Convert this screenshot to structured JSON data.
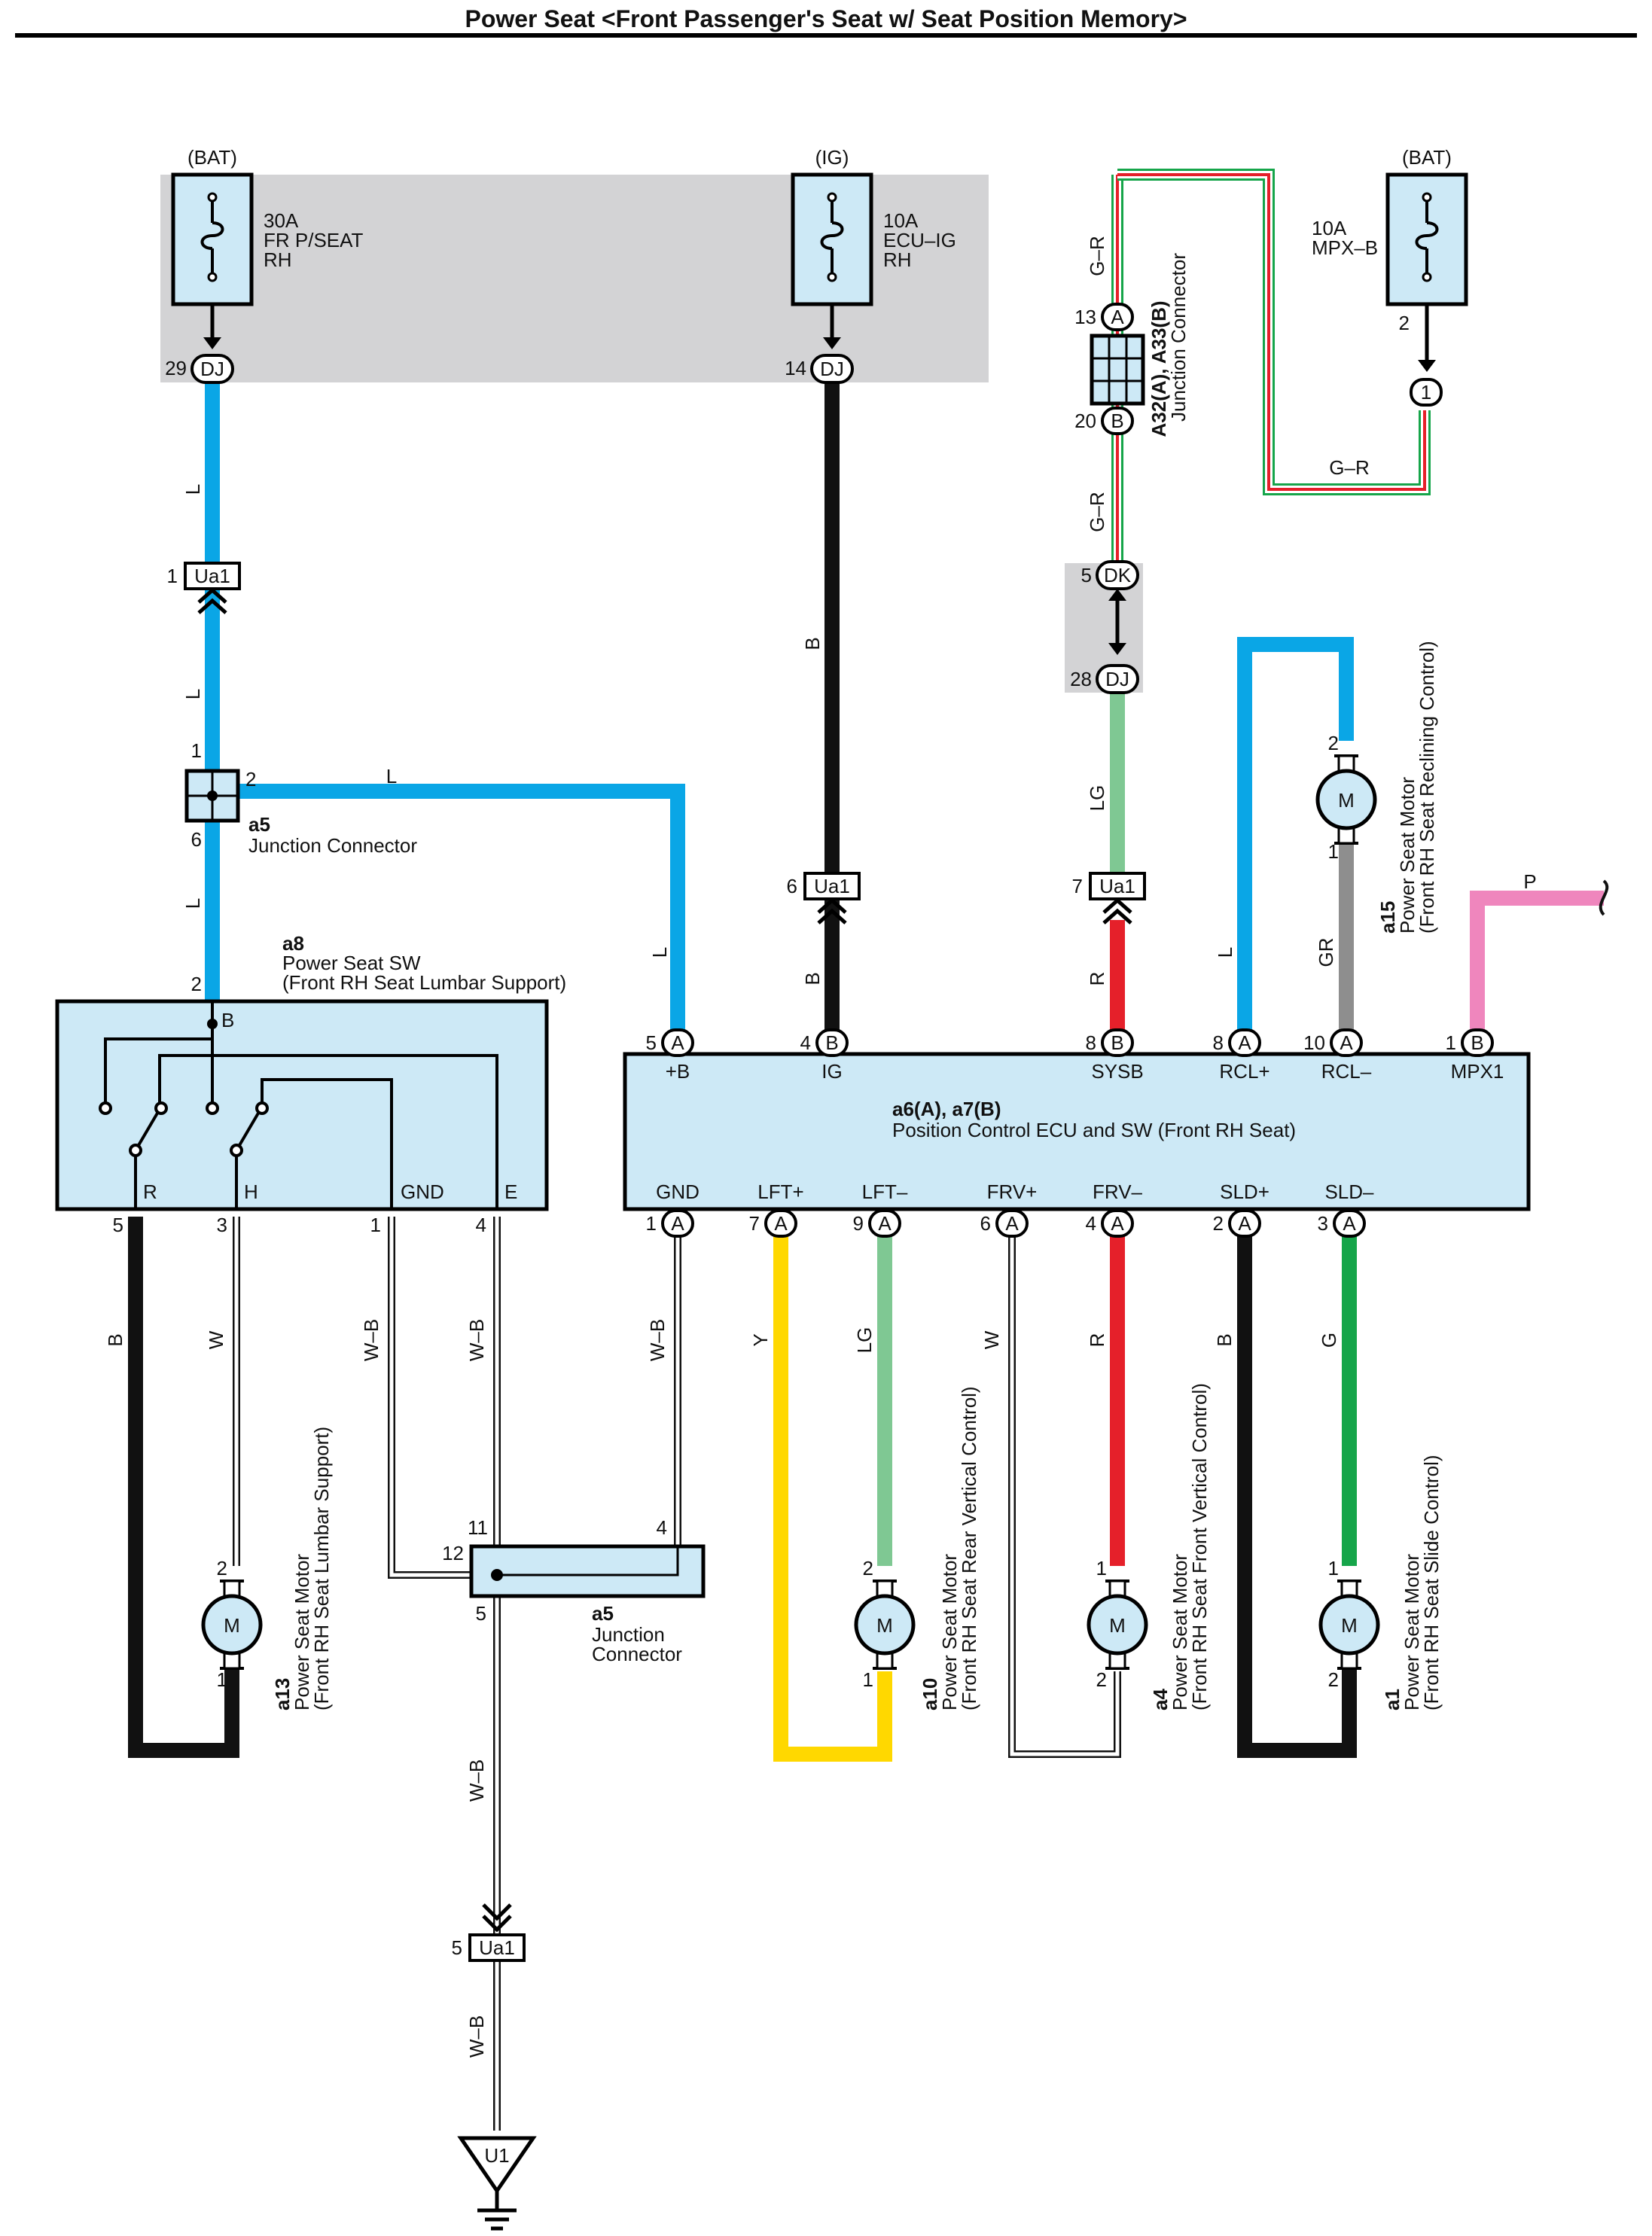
{
  "title": "Power Seat <Front Passenger's Seat w/ Seat Position Memory>",
  "colors": {
    "L": "#0aa6e6",
    "B": "#111111",
    "LG": "#7fc893",
    "R": "#e5202a",
    "GR": "#8e8e8e",
    "P": "#ef86bd",
    "Y": "#ffd800",
    "G": "#16a54a",
    "W": "#ffffff",
    "W-B": "#ffffff",
    "G-R": "#16a54a",
    "box_fill": "#cde9f6",
    "shade": "#d3d3d5"
  },
  "supplies": [
    {
      "source": "(BAT)",
      "amp": "30A",
      "name1": "FR P/SEAT",
      "name2": "RH",
      "pin": "29",
      "conn": "DJ"
    },
    {
      "source": "(IG)",
      "amp": "10A",
      "name1": "ECU–IG",
      "name2": "RH",
      "pin": "14",
      "conn": "DJ"
    },
    {
      "source": "(BAT)",
      "amp": "10A",
      "name1": "MPX–B",
      "pin_top": "2",
      "pin": "1"
    }
  ],
  "junction_a32": {
    "title": "A32(A), A33(B)",
    "subtitle": "Junction Connector",
    "pin_a": "13",
    "conn_a": "A",
    "pin_b": "20",
    "conn_b": "B"
  },
  "dk_dj": {
    "pin_dk": "5",
    "conn_dk": "DK",
    "pin_dj": "28",
    "conn_dj": "DJ"
  },
  "ua1": {
    "name": "Ua1",
    "pins": [
      "1",
      "6",
      "7",
      "5"
    ]
  },
  "junction_a5_top": {
    "ref": "a5",
    "name": "Junction Connector",
    "pin_top": "1",
    "pin_right": "2",
    "pin_bottom": "6"
  },
  "junction_a5_bottom": {
    "ref": "a5",
    "name1": "Junction",
    "name2": "Connector",
    "pin_11": "11",
    "pin_12": "12",
    "pin_4": "4",
    "pin_5": "5"
  },
  "switch_a8": {
    "ref": "a8",
    "name": "Power Seat SW",
    "sub": "(Front RH Seat Lumbar Support)",
    "pin_b": "2",
    "pin_b_label": "B",
    "terminals": [
      {
        "pin": "5",
        "label": "R"
      },
      {
        "pin": "3",
        "label": "H"
      },
      {
        "pin": "1",
        "label": "GND"
      },
      {
        "pin": "4",
        "label": "E"
      }
    ]
  },
  "ecu": {
    "ref": "a6(A), a7(B)",
    "name": "Position Control ECU and SW (Front RH Seat)",
    "top_terminals": [
      {
        "pin": "5",
        "conn": "A",
        "label": "+B"
      },
      {
        "pin": "4",
        "conn": "B",
        "label": "IG"
      },
      {
        "pin": "8",
        "conn": "B",
        "label": "SYSB"
      },
      {
        "pin": "8",
        "conn": "A",
        "label": "RCL+"
      },
      {
        "pin": "10",
        "conn": "A",
        "label": "RCL–"
      },
      {
        "pin": "1",
        "conn": "B",
        "label": "MPX1"
      }
    ],
    "bottom_terminals": [
      {
        "pin": "1",
        "conn": "A",
        "label": "GND"
      },
      {
        "pin": "7",
        "conn": "A",
        "label": "LFT+"
      },
      {
        "pin": "9",
        "conn": "A",
        "label": "LFT–"
      },
      {
        "pin": "6",
        "conn": "A",
        "label": "FRV+"
      },
      {
        "pin": "4",
        "conn": "A",
        "label": "FRV–"
      },
      {
        "pin": "2",
        "conn": "A",
        "label": "SLD+"
      },
      {
        "pin": "3",
        "conn": "A",
        "label": "SLD–"
      }
    ]
  },
  "motors": [
    {
      "ref": "a13",
      "name": "Power Seat Motor",
      "sub": "(Front RH Seat Lumbar Support)",
      "pin_top": "2",
      "pin_bottom": "1",
      "symbol": "M"
    },
    {
      "ref": "a10",
      "name": "Power Seat Motor",
      "sub": "(Front RH Seat Rear Vertical Control)",
      "pin_top": "2",
      "pin_bottom": "1",
      "symbol": "M"
    },
    {
      "ref": "a4",
      "name": "Power Seat Motor",
      "sub": "(Front RH Seat Front Vertical Control)",
      "pin_top": "1",
      "pin_bottom": "2",
      "symbol": "M"
    },
    {
      "ref": "a1",
      "name": "Power Seat Motor",
      "sub": "(Front RH Seat Slide Control)",
      "pin_top": "1",
      "pin_bottom": "2",
      "symbol": "M"
    },
    {
      "ref": "a15",
      "name": "Power Seat Motor",
      "sub": "(Front RH Seat Reclining Control)",
      "pin_top": "2",
      "pin_bottom": "1",
      "symbol": "M"
    }
  ],
  "ground": {
    "name": "U1"
  },
  "wire_labels": {
    "L": "L",
    "B": "B",
    "GR_wire": "G–R",
    "LG": "LG",
    "R": "R",
    "GR": "GR",
    "P": "P",
    "W": "W",
    "WB": "W–B",
    "Y": "Y",
    "G": "G"
  }
}
